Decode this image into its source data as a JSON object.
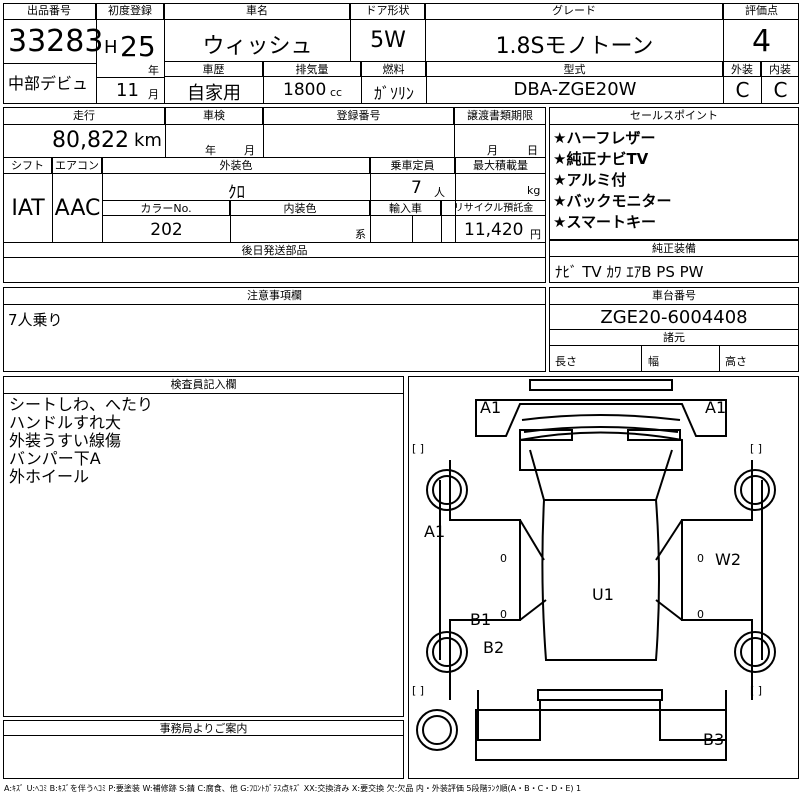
{
  "header": {
    "lot_label": "出品番号",
    "lot_no": "33283",
    "first_reg_label": "初度登録",
    "era": "H",
    "year": "25",
    "year_unit": "年",
    "month": "11",
    "month_unit": "月",
    "name_label": "車名",
    "car_name": "ウィッシュ",
    "door_label": "ドア形状",
    "door": "5W",
    "grade_label": "グレード",
    "grade": "1.8Sモノトーン",
    "score_label": "評価点",
    "score": "4",
    "history_label": "車歴",
    "history": "自家用",
    "disp_label": "排気量",
    "disp": "1800",
    "disp_unit": "cc",
    "fuel_label": "燃料",
    "fuel": "ｶﾞｿﾘﾝ",
    "model_label": "型式",
    "model": "DBA-ZGE20W",
    "ext_label": "外装",
    "ext": "C",
    "int_label": "内装",
    "int": "C",
    "venue": "中部デビュ"
  },
  "row2": {
    "mileage_label": "走行",
    "mileage": "80,822",
    "mileage_unit": "km",
    "inspect_label": "車検",
    "inspect_year": "年",
    "inspect_month": "月",
    "reg_label": "登録番号",
    "doc_label": "譲渡書類期限",
    "doc_month": "月",
    "doc_day": "日",
    "shift_label": "シフト",
    "shift": "IAT",
    "ac_label": "エアコン",
    "ac": "AAC",
    "color_label": "外装色",
    "color": "ｸﾛ",
    "seats_label": "乗車定員",
    "seats": "7",
    "seats_unit": "人",
    "load_label": "最大積載量",
    "load_unit": "kg",
    "color_no_label": "カラーNo.",
    "color_no": "202",
    "int_color_label": "内装色",
    "int_color_unit": "系",
    "import_label": "輸入車",
    "recycle_label": "リサイクル預託金",
    "recycle": "11,420",
    "recycle_unit": "円",
    "parts_label": "後日発送部品"
  },
  "selling": {
    "label": "セールスポイント",
    "items": [
      "★ハーフレザー",
      "★純正ナビTV",
      "★アルミ付",
      "★バックモニター",
      "★スマートキー"
    ]
  },
  "equipment": {
    "label": "純正装備",
    "value": "ﾅﾋﾞ TV ｶﾜ ｴｱB PS PW"
  },
  "notes": {
    "label": "注意事項欄",
    "value": "7人乗り"
  },
  "chassis": {
    "label": "車台番号",
    "value": "ZGE20-6004408"
  },
  "dims": {
    "label": "諸元",
    "length": "長さ",
    "width": "幅",
    "height": "高さ"
  },
  "inspector": {
    "label": "検査員記入欄",
    "items": [
      "シートしわ、へたり",
      "ハンドルすれ大",
      "外装うすい線傷",
      "バンパー下A",
      "外ホイール"
    ]
  },
  "office": {
    "label": "事務局よりご案内"
  },
  "diagram_marks": {
    "a1_left": "A1",
    "a1_right": "A1",
    "a1_side": "A1",
    "w2": "W2",
    "u1": "U1",
    "b1": "B1",
    "b2": "B2",
    "b3": "B3",
    "zero1": "0",
    "zero2": "0",
    "zero3": "0",
    "zero4": "0",
    "br": "[     ]"
  },
  "legend": "A:ｷｽﾞ U:ﾍｺﾐ B:ｷｽﾞを伴うﾍｺﾐ P:要塗装 W:補修跡 S:錆 C:腐食、他 G:ﾌﾛﾝﾄｶﾞﾗｽ点ｷｽﾞ XX:交換済み X:要交換 欠:欠品 内・外装評価 5段階ﾗﾝｸ順(A・B・C・D・E) 1"
}
